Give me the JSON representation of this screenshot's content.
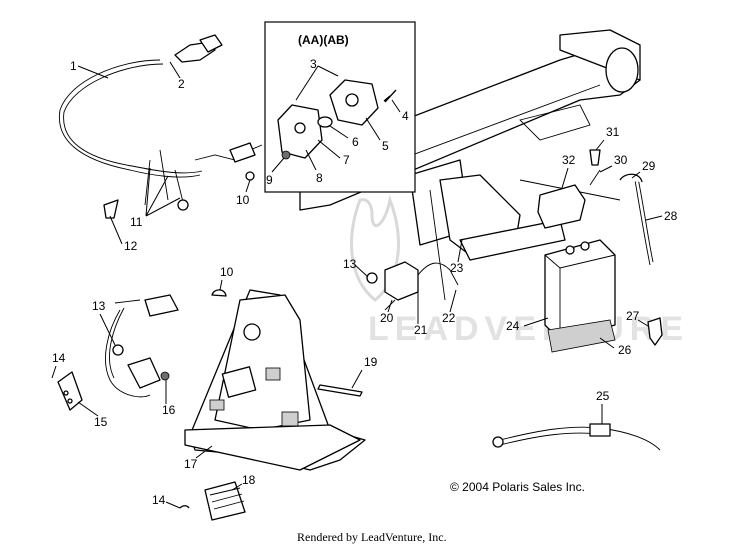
{
  "inset": {
    "title": "(AA)(AB)"
  },
  "callouts": [
    "1",
    "2",
    "3",
    "4",
    "5",
    "6",
    "7",
    "8",
    "9",
    "10",
    "11",
    "12",
    "13",
    "19",
    "20",
    "21",
    "22",
    "23",
    "24",
    "25",
    "26",
    "27",
    "28",
    "29",
    "30",
    "31",
    "32",
    "14",
    "15",
    "16",
    "17",
    "18"
  ],
  "watermark": {
    "text": "LEADVENTURE"
  },
  "copyright": "© 2004 Polaris Sales Inc.",
  "footer": "Rendered by LeadVenture, Inc."
}
